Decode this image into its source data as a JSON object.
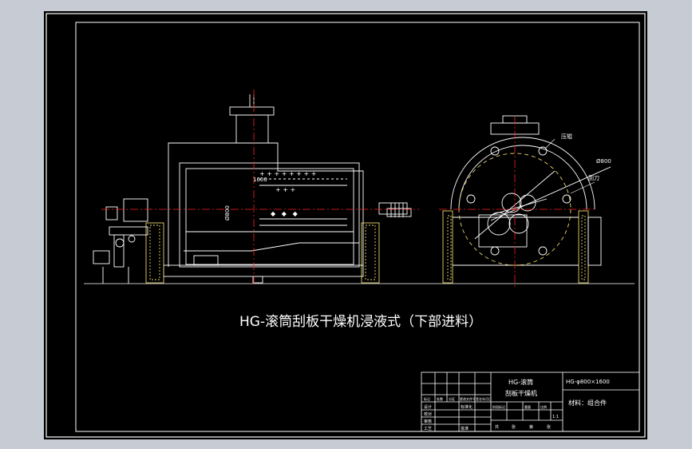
{
  "drawing": {
    "caption": "HG-滚筒刮板干燥机浸液式（下部进料）",
    "label_diameter_side": "Ø800",
    "label_length": "1600",
    "label_pressure_roll": "压辊",
    "label_diameter_end": "Ø800",
    "label_scraper": "刮刀"
  },
  "title_block": {
    "name_line1": "HG-滚筒",
    "name_line2": "刮板干燥机",
    "code": "HG-φ800×1600",
    "material": "材料：组合件",
    "small_cells": [
      "标记",
      "处数",
      "分区",
      "更改文件号",
      "签名",
      "年月日",
      "设计",
      "标准化",
      "校对",
      "审核",
      "工艺",
      "批准",
      "阶段标记",
      "重量",
      "比例",
      "共",
      "张",
      "第",
      "张"
    ],
    "scale": "1:1"
  },
  "colors": {
    "background": "#000000",
    "frame": "#ffffff",
    "centerline": "#ff2020",
    "hatch": "#e8d36a",
    "text": "#ffffff"
  }
}
